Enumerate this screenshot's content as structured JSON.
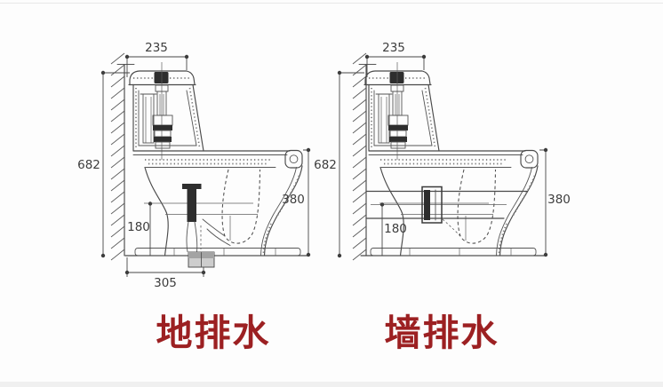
{
  "diagrams": [
    {
      "caption": "地排水",
      "dimensions": {
        "tank_width": "235",
        "total_height": "682",
        "bowl_height": "380",
        "outlet_height": "180",
        "rough_in": "305"
      }
    },
    {
      "caption": "墙排水",
      "dimensions": {
        "tank_width": "235",
        "total_height": "682",
        "bowl_height": "380",
        "outlet_height": "180"
      }
    }
  ],
  "colors": {
    "caption_red": "#9c2022",
    "line_gray": "#4a4a4a"
  }
}
